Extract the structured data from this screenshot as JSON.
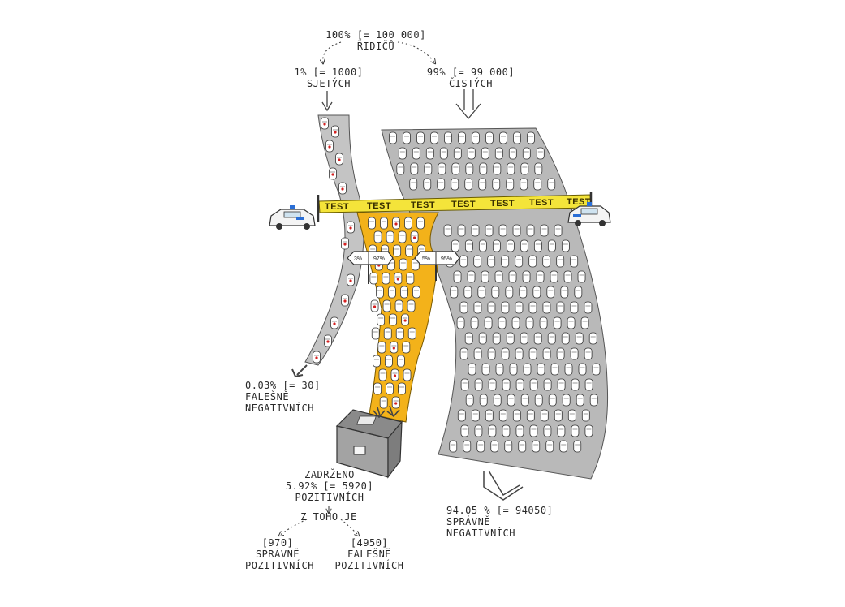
{
  "top": {
    "line1": "100% [= 100 000]",
    "line2": "ŘIDIČŮ"
  },
  "drunk": {
    "line1": "1% [= 1000]",
    "line2": "SJETÝCH"
  },
  "clean": {
    "line1": "99% [= 99 000]",
    "line2": "ČISTÝCH"
  },
  "test_tape": {
    "words": [
      "TEST",
      "TEST",
      "TEST",
      "TEST",
      "TEST",
      "TEST",
      "TEST"
    ]
  },
  "left_sign": {
    "left": "3%",
    "right": "97%"
  },
  "right_sign": {
    "left": "5%",
    "right": "95%"
  },
  "false_negative": {
    "line1": "0.03% [= 30]",
    "line2": "FALEŠNĚ",
    "line3": "NEGATIVNÍCH"
  },
  "detained": {
    "line1": "ZADRŽENO",
    "line2": "5.92% [= 5920]",
    "line3": "POZITIVNÍCH",
    "line4": "Z TOHO JE"
  },
  "true_positive": {
    "line1": "[970]",
    "line2": "SPRÁVNĚ",
    "line3": "POZITIVNÍCH"
  },
  "false_positive": {
    "line1": "[4950]",
    "line2": "FALEŠNĚ",
    "line3": "POZITIVNÍCH"
  },
  "true_negative": {
    "line1": "94.05 % [= 94050]",
    "line2": "SPRÁVNĚ",
    "line3": "NEGATIVNÍCH"
  },
  "colors": {
    "road_gray": "#b9b9b9",
    "road_yellow": "#f3b21a",
    "tape": "#f4e43a",
    "car": "#ffffff",
    "red_dot": "#d42020",
    "ink": "#2a2a2a"
  }
}
